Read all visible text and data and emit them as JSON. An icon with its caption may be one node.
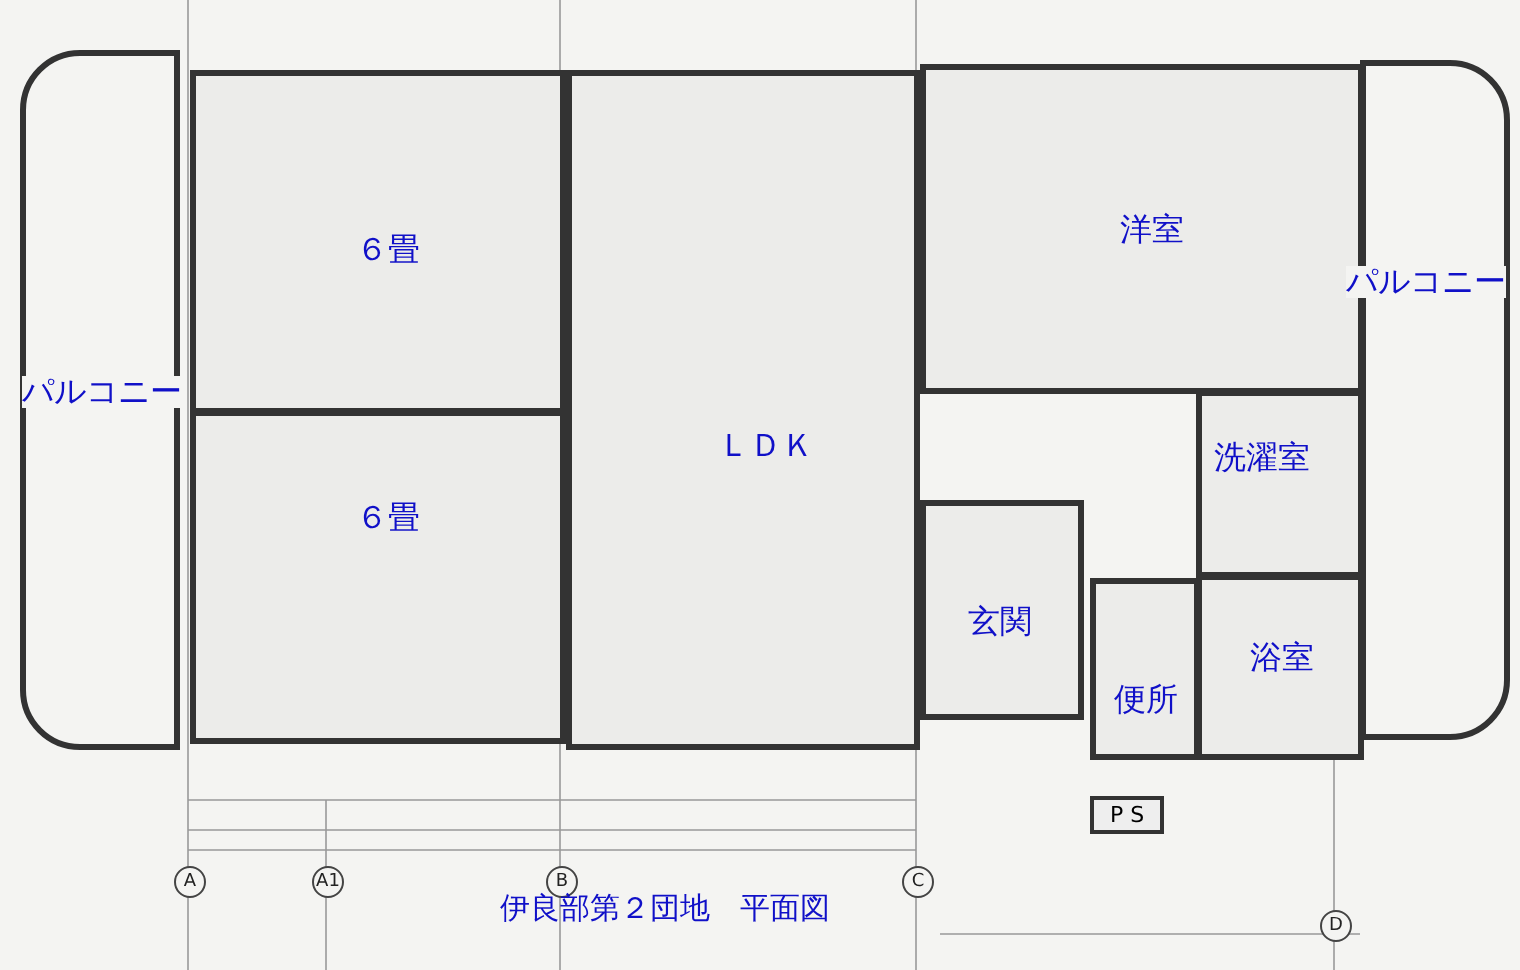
{
  "diagram": {
    "title": "伊良部第２団地　平面図",
    "nodes": [
      {
        "text": [
          "パルコニー"
        ]
      },
      {
        "text": [
          "６畳"
        ]
      },
      {
        "text": [
          "６畳"
        ]
      },
      {
        "text": [
          "ＬＤＫ"
        ]
      },
      {
        "text": [
          "洋室"
        ]
      },
      {
        "text": [
          "パルコニー"
        ]
      },
      {
        "text": [
          "洗濯室"
        ]
      },
      {
        "text": [
          "玄関"
        ]
      },
      {
        "text": [
          "便所"
        ]
      },
      {
        "text": [
          "浴室"
        ]
      }
    ],
    "edges": [],
    "labels": [
      "P S",
      "A",
      "A1",
      "B",
      "C",
      "D"
    ]
  }
}
